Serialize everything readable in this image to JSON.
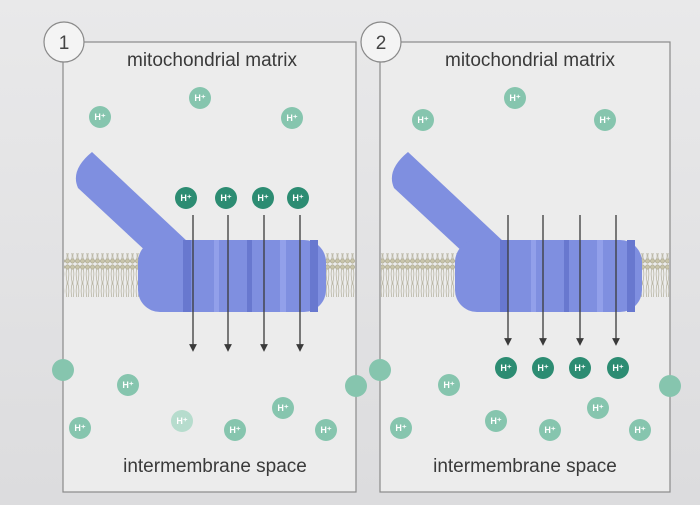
{
  "panels": [
    {
      "number": "1",
      "top_label": "mitochondrial matrix",
      "bottom_label": "intermembrane space",
      "ion_label": "H⁺"
    },
    {
      "number": "2",
      "top_label": "mitochondrial matrix",
      "bottom_label": "intermembrane space",
      "ion_label": "H⁺"
    }
  ],
  "colors": {
    "ion_dark": "#2c8c72",
    "ion_light": "#86c5ae",
    "ion_mid": "#5fb197",
    "protein": "#7f8fe0",
    "protein_stripe": "#6878cf",
    "membrane_head": "#bdb9a0",
    "arrow": "#3a3a3a"
  }
}
